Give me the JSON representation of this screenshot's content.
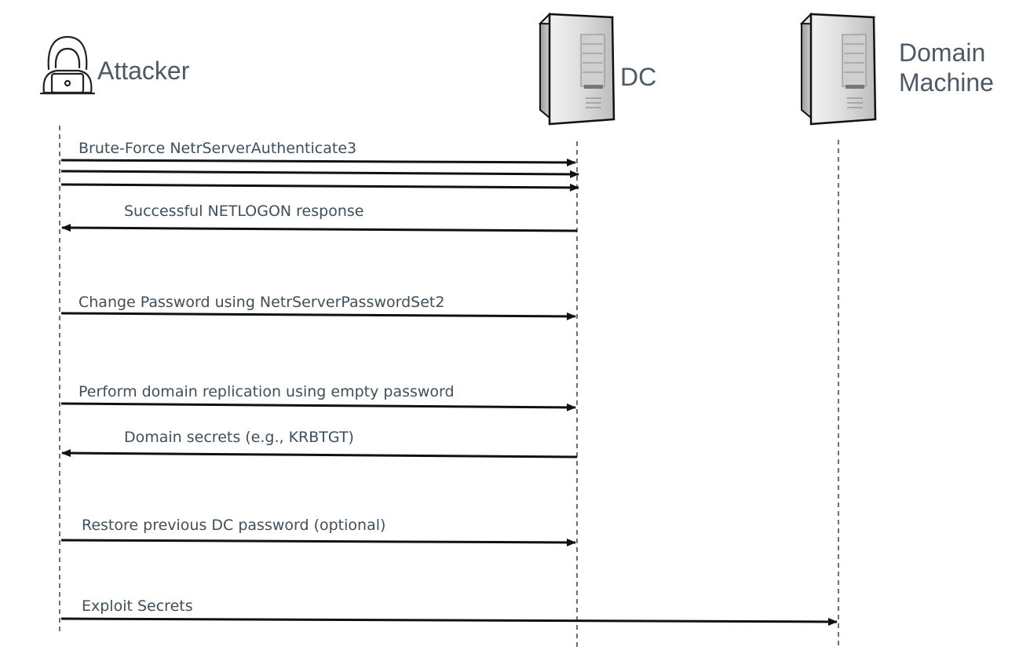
{
  "actors": {
    "attacker": {
      "label": "Attacker",
      "icon": "hooded-hacker-icon"
    },
    "dc": {
      "label": "DC",
      "icon": "server-tower-icon"
    },
    "domain_machine": {
      "label_line1": "Domain",
      "label_line2": "Machine",
      "icon": "server-tower-icon"
    }
  },
  "messages": [
    {
      "label": "Brute-Force NetrServerAuthenticate3",
      "from": "Attacker",
      "to": "DC"
    },
    {
      "label": "",
      "from": "Attacker",
      "to": "DC"
    },
    {
      "label": "",
      "from": "Attacker",
      "to": "DC"
    },
    {
      "label": "Successful NETLOGON response",
      "from": "DC",
      "to": "Attacker"
    },
    {
      "label": "Change Password using NetrServerPasswordSet2",
      "from": "Attacker",
      "to": "DC"
    },
    {
      "label": "Perform domain replication using empty password",
      "from": "Attacker",
      "to": "DC"
    },
    {
      "label": "Domain secrets (e.g., KRBTGT)",
      "from": "DC",
      "to": "Attacker"
    },
    {
      "label": "Restore previous DC password (optional)",
      "from": "Attacker",
      "to": "DC"
    },
    {
      "label": "Exploit Secrets",
      "from": "Attacker",
      "to": "Domain Machine"
    }
  ],
  "colors": {
    "label_text": "#4a5a66",
    "arrow": "#111111",
    "server_body": "#d8d8d8",
    "server_outline": "#111111"
  }
}
